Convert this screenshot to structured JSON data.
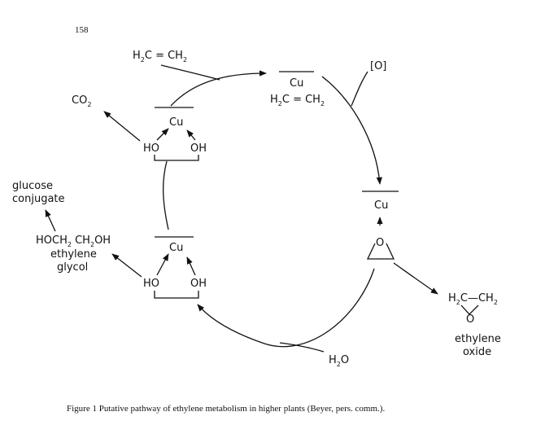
{
  "page_number": "158",
  "caption": "Figure 1 Putative pathway of ethylene metabolism in higher plants (Beyer, pers. comm.).",
  "labels": {
    "ethylene_in": {
      "parts": [
        "H",
        "2",
        "C = CH",
        "2"
      ]
    },
    "oxygen": "[O]",
    "cu": "Cu",
    "complex_ethylene": {
      "parts": [
        "H",
        "2",
        "C = CH",
        "2"
      ]
    },
    "co2": {
      "parts": [
        "CO",
        "2"
      ]
    },
    "ho": "HO",
    "oh": "OH",
    "glucose": [
      "glucose",
      "conjugate"
    ],
    "hoch2": {
      "parts": [
        "HOCH",
        "2",
        " CH",
        "2",
        "OH"
      ]
    },
    "ethylene_glycol": [
      "ethylene",
      "glycol"
    ],
    "epoxide_ring": "O",
    "ethylene_oxide_formula": {
      "left": "H",
      "left_sub": "2",
      "mid": "C—CH",
      "right_sub": "2",
      "o": "O"
    },
    "ethylene_oxide": [
      "ethylene",
      "oxide"
    ],
    "water": {
      "parts": [
        "H",
        "2",
        "O"
      ]
    }
  }
}
